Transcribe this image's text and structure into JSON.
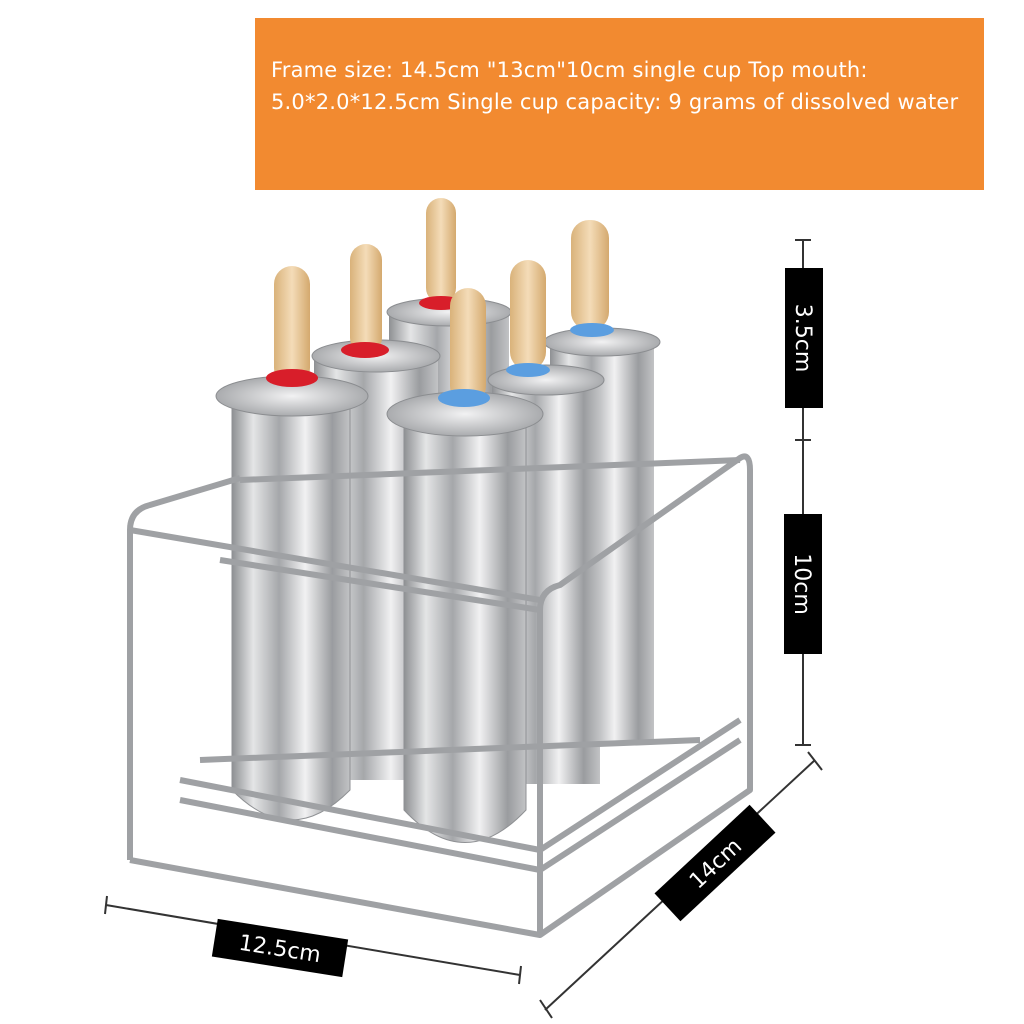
{
  "banner": {
    "text": "Frame size: 14.5cm \"13cm\"10cm single cup Top mouth: 5.0*2.0*12.5cm Single cup capacity: 9 grams of dissolved water",
    "color": "#f28a30"
  },
  "dimensions": {
    "top_height": "3.5cm",
    "body_height": "10cm",
    "depth": "14cm",
    "width": "12.5cm"
  },
  "colors": {
    "label_bg": "#000000",
    "ring_red": "#d81e2a",
    "ring_blue": "#5b9ee0",
    "stick": "#e9c79a",
    "steel": "#c8c9cb"
  }
}
